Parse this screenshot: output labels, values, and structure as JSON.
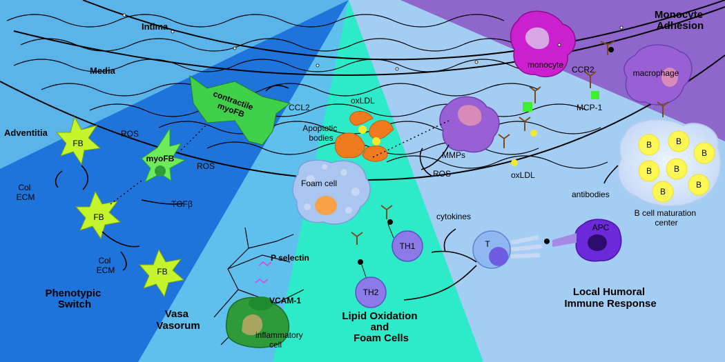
{
  "regions": {
    "intima": "Intima",
    "media": "Media",
    "adventitia": "Adventitia",
    "phenotypic_switch": [
      "Phenotypic",
      "Switch"
    ],
    "vasa_vasorum": [
      "Vasa",
      "Vasorum"
    ],
    "lipid_oxidation": [
      "Lipid Oxidation",
      "and",
      "Foam Cells"
    ],
    "local_humoral": [
      "Local Humoral",
      "Immune Response"
    ],
    "monocyte_adhesion": [
      "Monocyte",
      "Adhesion"
    ]
  },
  "cells": {
    "fb": "FB",
    "myofb": "myoFB",
    "contractile_myofb": [
      "contractile",
      "myoFB"
    ],
    "foam_cell": "Foam cell",
    "monocyte": "monocyte",
    "macrophage": "macrophage",
    "th1": "TH1",
    "th2": "TH2",
    "t_cell": "T",
    "apc": "APC",
    "b_cell": "B",
    "inflammatory_cell": [
      "inflammatory",
      "cell"
    ]
  },
  "molecules": {
    "ros": "ROS",
    "col_ecm": [
      "Col",
      "ECM"
    ],
    "tgfb": "TGFβ",
    "ccl2": "CCL2",
    "oxldl": "oxLDL",
    "apoptotic_bodies": [
      "Apoptotic",
      "bodies"
    ],
    "mmps": "MMPs",
    "ccr2": "CCR2",
    "mcp1": "MCP-1",
    "antibodies": "antibodies",
    "b_cell_center": [
      "B cell maturation",
      "center"
    ],
    "cytokines": "cytokines",
    "p_selectin": "P selectin",
    "vcam1": "VCAM-1"
  },
  "colors": {
    "light_blue": "#5ab4ea",
    "dark_blue": "#1f74db",
    "teal": "#2deac9",
    "pale_blue": "#a3cdf3",
    "purple": "#8f67cc",
    "fb_green": "#c4f52c",
    "myofb_green": "#3fd04a",
    "magenta": "#cc1fcf"
  }
}
